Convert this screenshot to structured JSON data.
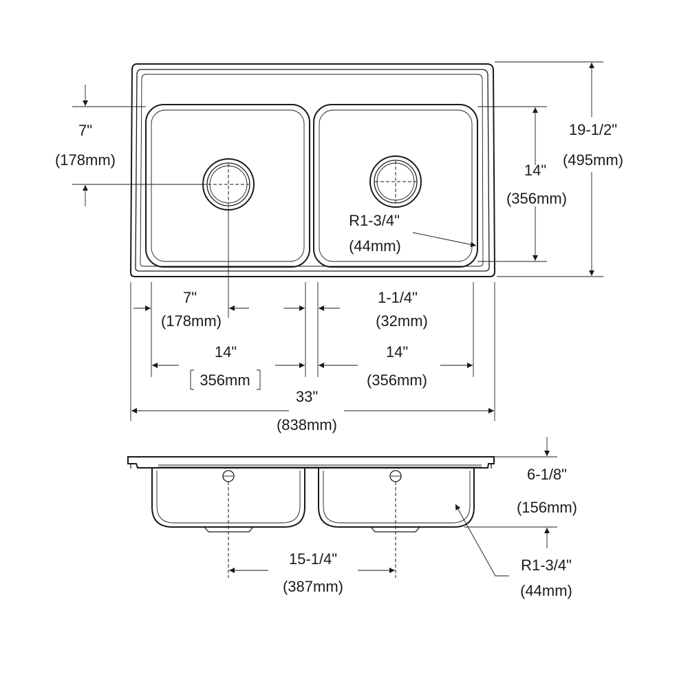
{
  "top_view": {
    "left_bowl_drain_offset": {
      "imperial": "7\"",
      "metric": "(178mm)"
    },
    "bowl_length": {
      "imperial": "14\"",
      "metric": "(356mm)"
    },
    "overall_width": {
      "imperial": "19-1/2\"",
      "metric": "(495mm)"
    },
    "corner_radius": {
      "imperial": "R1-3/4\"",
      "metric": "(44mm)"
    },
    "bottom_drain_offset": {
      "imperial": "7\"",
      "metric": "(178mm)"
    },
    "divider_width": {
      "imperial": "1-1/4\"",
      "metric": "(32mm)"
    },
    "left_bowl_width": {
      "imperial": "14\"",
      "metric": "356mm"
    },
    "right_bowl_width": {
      "imperial": "14\"",
      "metric": "(356mm)"
    },
    "overall_length": {
      "imperial": "33\"",
      "metric": "(838mm)"
    }
  },
  "front_view": {
    "depth": {
      "imperial": "6-1/8\"",
      "metric": "(156mm)"
    },
    "drain_spacing": {
      "imperial": "15-1/4\"",
      "metric": "(387mm)"
    },
    "corner_radius": {
      "imperial": "R1-3/4\"",
      "metric": "(44mm)"
    }
  }
}
